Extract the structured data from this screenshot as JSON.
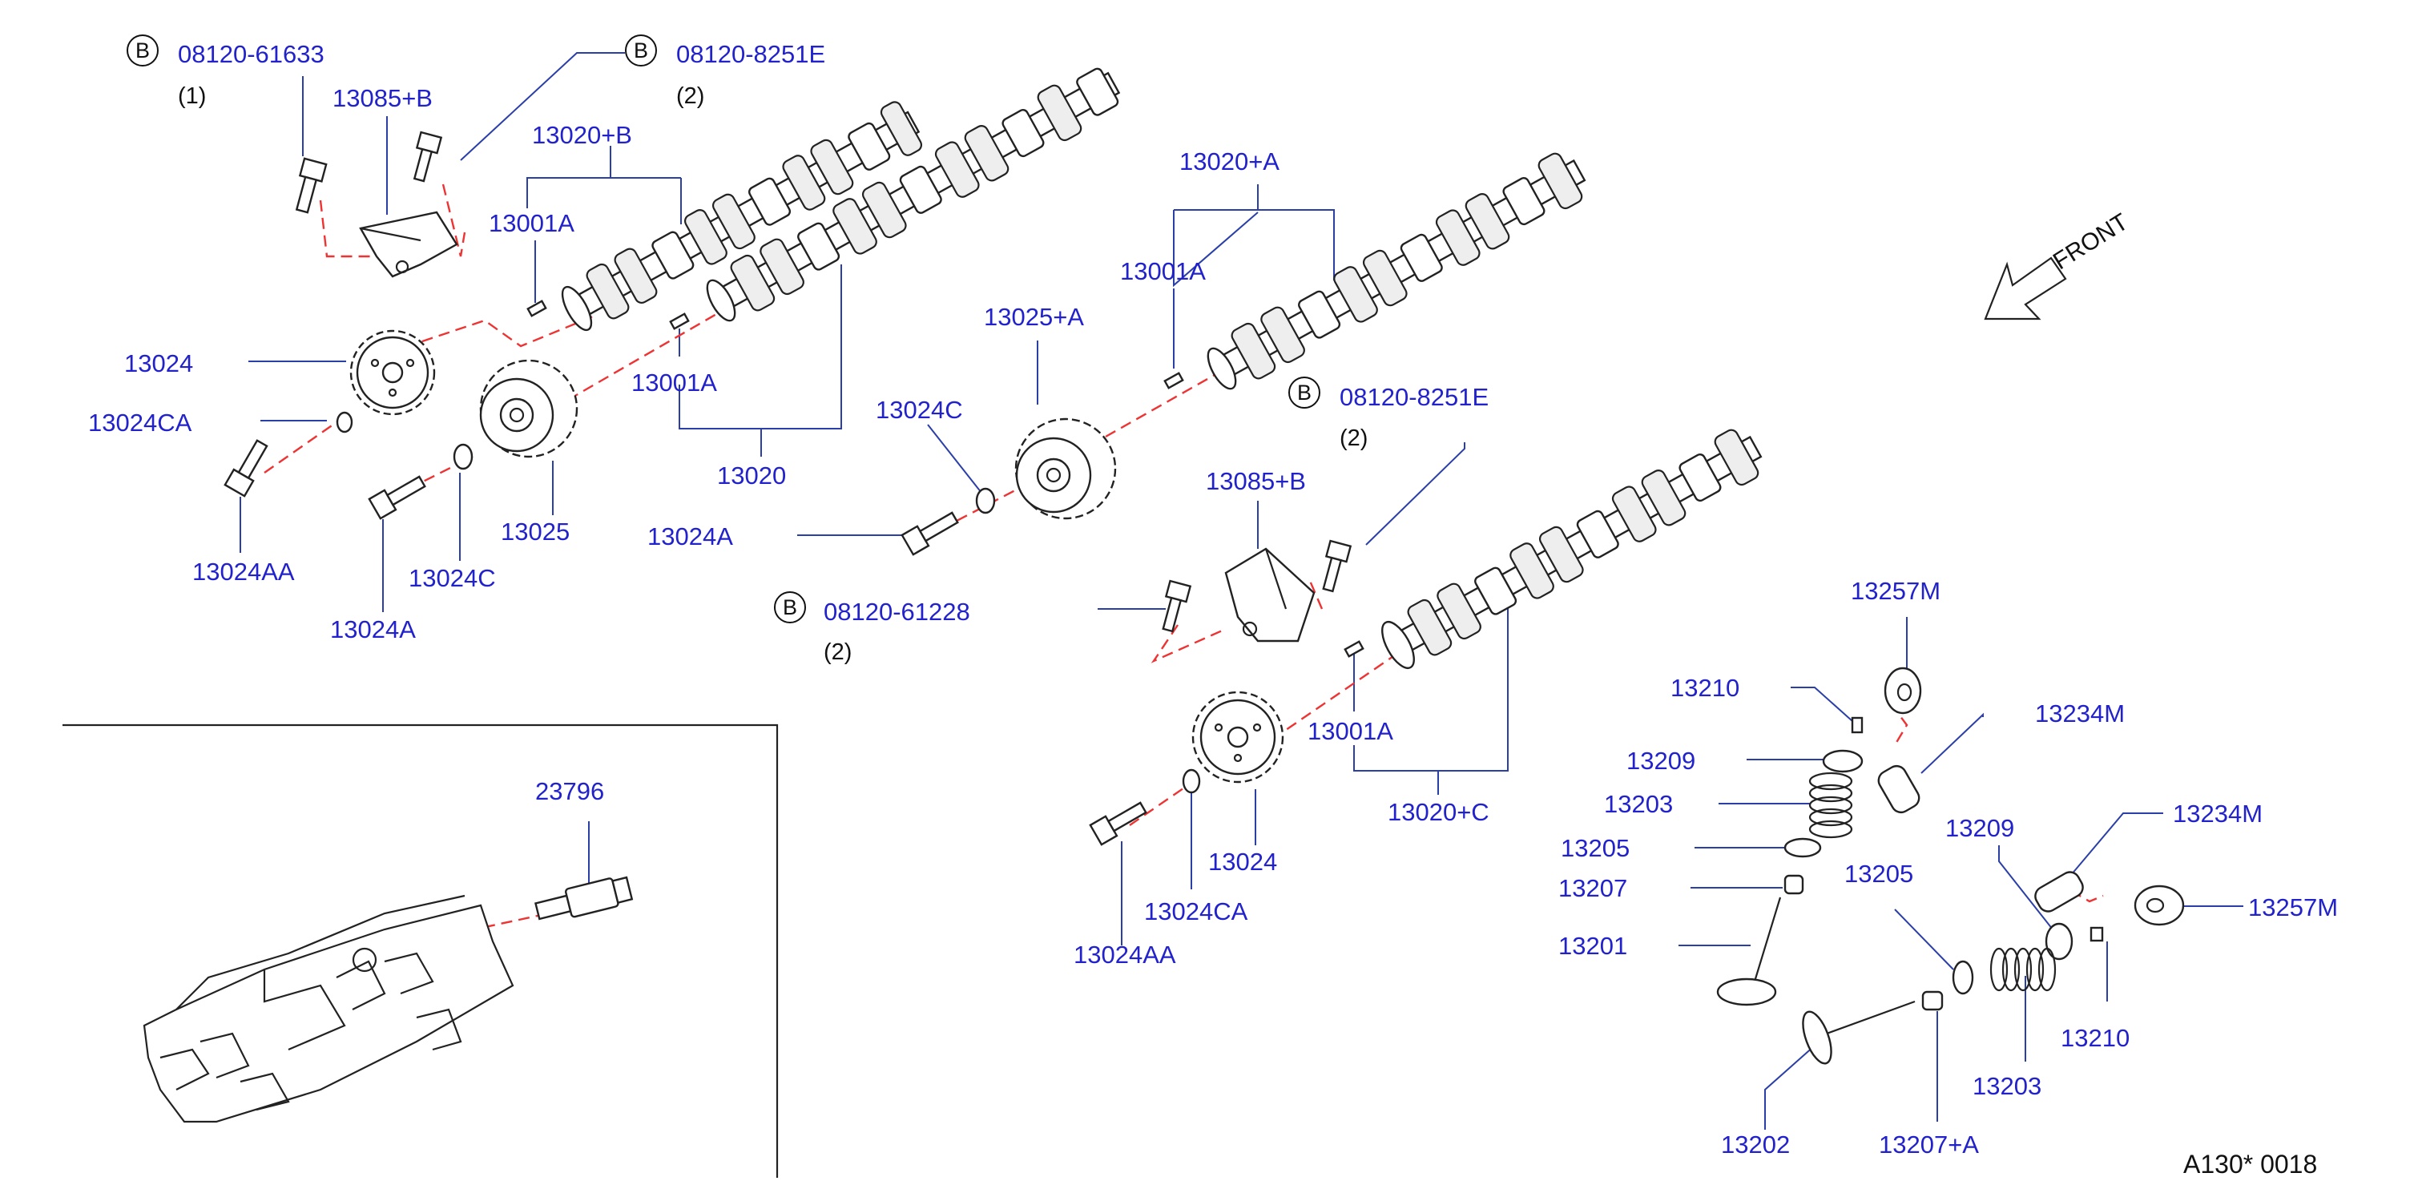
{
  "diagram": {
    "labels": {
      "bolt_61633": "08120-61633",
      "bolt_61633_qty": "(1)",
      "bolt_8251e_a": "08120-8251E",
      "bolt_8251e_a_qty": "(2)",
      "bracket_a": "13085+B",
      "camshaft_b": "13020+B",
      "dowel_a": "13001A",
      "dowel_b": "13001A",
      "sprocket_a": "13024",
      "washer_ca_a": "13024CA",
      "bolt_aa_a": "13024AA",
      "bolt_a_a": "13024A",
      "washer_c_a": "13024C",
      "vtc_a": "13025",
      "camshaft_13020": "13020",
      "bolt_a_b": "13024A",
      "camshaft_a": "13020+A",
      "dowel_c": "13001A",
      "vtc_b": "13025+A",
      "washer_c_b": "13024C",
      "bolt_8251e_b": "08120-8251E",
      "bolt_8251e_b_qty": "(2)",
      "bracket_b": "13085+B",
      "bolt_61228": "08120-61228",
      "bolt_61228_qty": "(2)",
      "dowel_d": "13001A",
      "camshaft_c": "13020+C",
      "sprocket_b": "13024",
      "washer_ca_b": "13024CA",
      "bolt_aa_b": "13024AA",
      "sensor": "23796",
      "front": "FRONT",
      "lifter_a": "13257M",
      "keeper_a": "13210",
      "adjuster_a": "13234M",
      "retainer_a": "13209",
      "spring_a": "13203",
      "seat_a": "13205",
      "seal_a": "13207",
      "valve_a": "13201",
      "retainer_b": "13209",
      "adjuster_b": "13234M",
      "seat_b": "13205",
      "lifter_b": "13257M",
      "keeper_b": "13210",
      "spring_b": "13203",
      "valve_b": "13202",
      "seal_b": "13207+A",
      "doc_code": "A130*  0018"
    },
    "badge_letter": "B"
  }
}
